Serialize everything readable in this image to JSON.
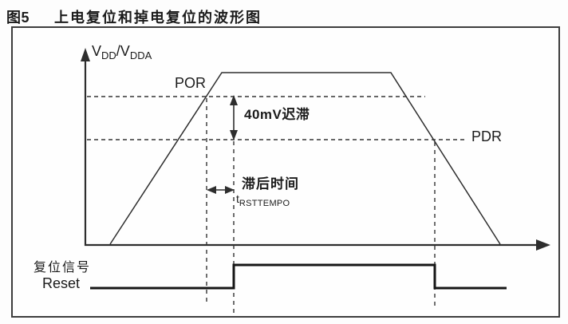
{
  "figure": {
    "number": "图5",
    "title": "上电复位和掉电复位的波形图"
  },
  "diagram": {
    "supply_axis": {
      "v1": "V",
      "sub1": "DD",
      "v2": "/V",
      "sub2": "DDA"
    },
    "por_label": "POR",
    "pdr_label": "PDR",
    "hysteresis_label": "40mV迟滞",
    "hysteresis_value": "40mV",
    "delay": {
      "label": "滞后时间",
      "symbol_base": "t",
      "symbol_sub": "RSTTEMPO"
    },
    "reset": {
      "label_cn": "复位信号",
      "label_en": "Reset"
    }
  },
  "colors": {
    "line": "#2e2e2e",
    "dashed": "#333333",
    "reset_line": "#161616",
    "border": "#3d3d3d",
    "background": "#fdfdfd"
  }
}
